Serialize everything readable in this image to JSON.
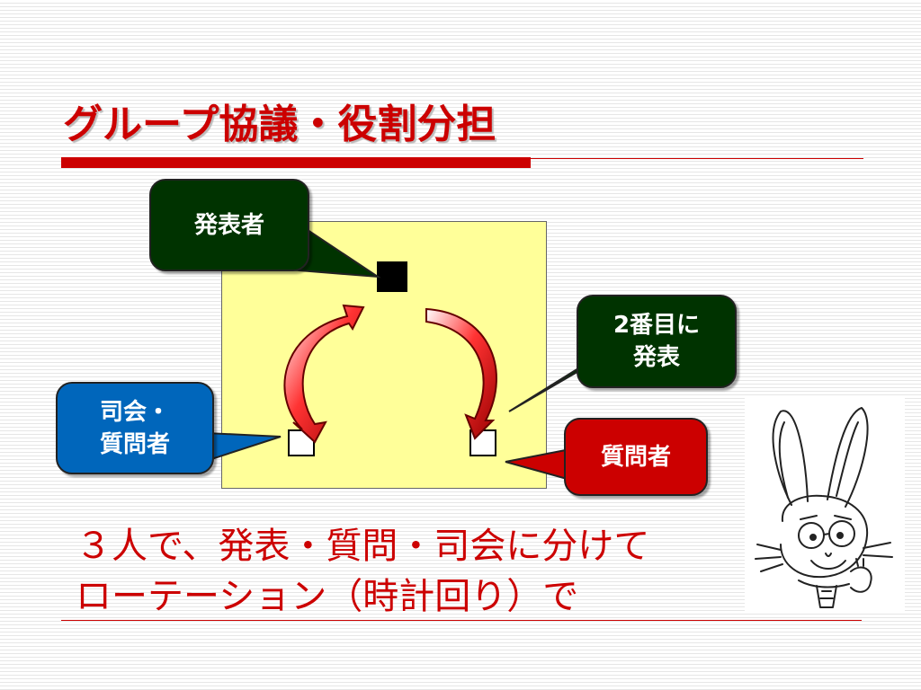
{
  "slide": {
    "title": "グループ協議・役割分担"
  },
  "callouts": {
    "presenter": "発表者",
    "second_presenter": "2番目に\n発表",
    "chair_questioner": "司会・\n質問者",
    "questioner": "質問者"
  },
  "board": {
    "seats": [
      "filled",
      "empty",
      "empty"
    ],
    "color": "#ffff99"
  },
  "body_text": {
    "line1": "３人で、発表・質問・司会に分けて",
    "line2": "ローテーション（時計回り）で"
  },
  "illustration": {
    "icon": "rabbit-with-glasses-icon"
  },
  "colors": {
    "accent": "#cc0000",
    "presenter_bg": "#003300",
    "chair_bg": "#0066bb",
    "questioner_bg": "#cc0000"
  }
}
